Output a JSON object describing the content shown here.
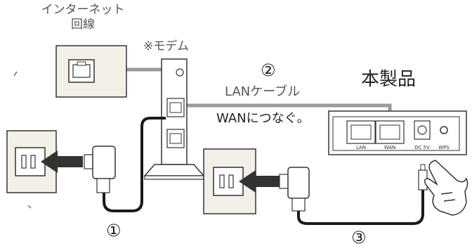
{
  "labels": {
    "internet_line": "インターネット\n回線",
    "internet_line_1": "インターネット",
    "internet_line_2": "回線",
    "modem": "※モデム",
    "step2": "②",
    "lan_cable": "LANケーブル",
    "product": "本製品",
    "wan_connect": "WANにつなぐ。",
    "step1": "①",
    "step3": "③"
  },
  "router_ports": {
    "lan": "LAN",
    "wan": "WAN",
    "dc": "DC 5V",
    "wps": "WPS"
  },
  "colors": {
    "cable": "#9a9a9a",
    "cord": "#1a1a1a",
    "outline": "#333333",
    "arrow": "#333333",
    "panel_fill": "#f3f0e8",
    "device_fill": "#ffffff"
  }
}
